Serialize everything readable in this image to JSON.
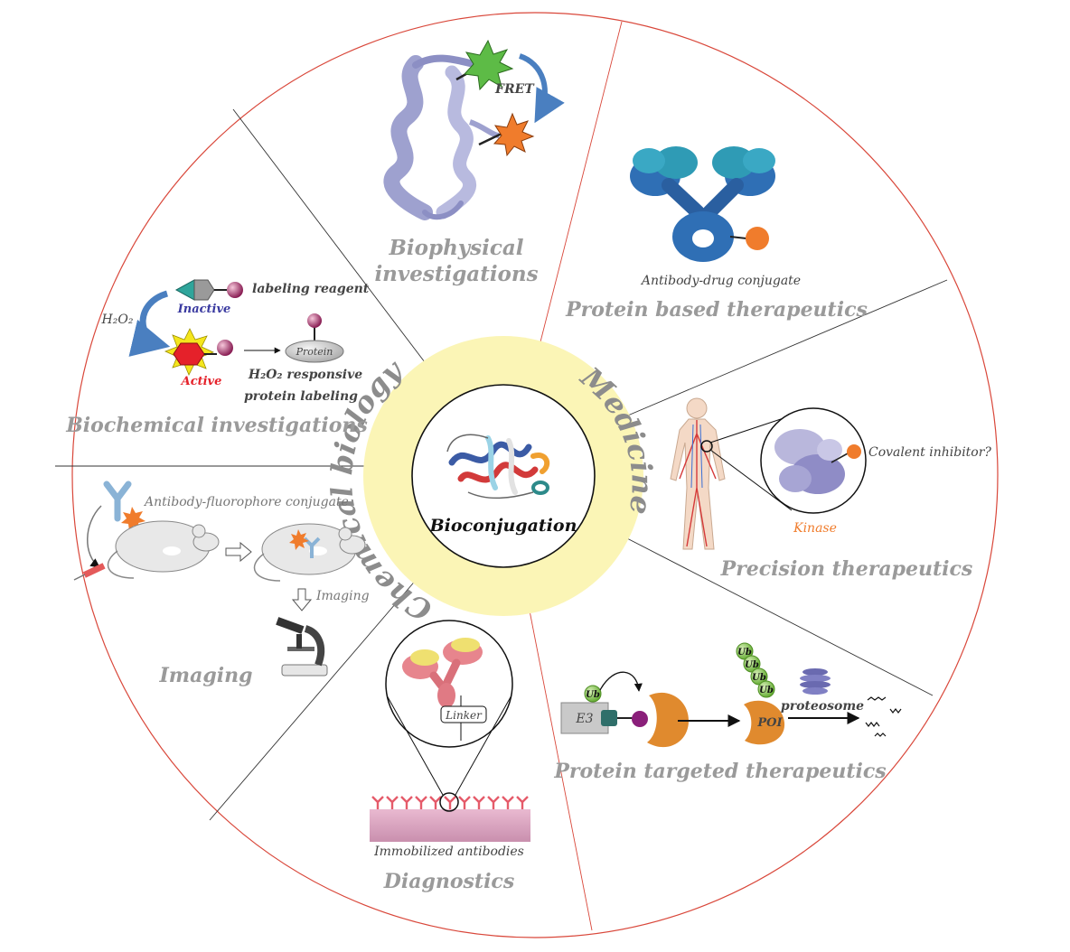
{
  "colors": {
    "outer_circle": "#d9473a",
    "divider_chem": "#333333",
    "divider_med": "#d9473a",
    "ring": "#fbf5b6",
    "sector_title": "#9a9a9a",
    "orange": "#f07c2c",
    "protein_lilac": "#aeb0dc",
    "antibody_blue": "#2f6fb5",
    "active_red": "#e5212a",
    "inactive_teal": "#2fa59b",
    "ub_green": "#7cc63e"
  },
  "center": {
    "label": "Bioconjugation"
  },
  "ring": {
    "left_label": "Chemical biology",
    "right_label": "Medicine"
  },
  "sectors": {
    "biophysical": {
      "title_line1": "Biophysical",
      "title_line2": "investigations",
      "fret_label": "FRET"
    },
    "protein_based": {
      "title": "Protein based therapeutics",
      "caption": "Antibody-drug conjugate"
    },
    "precision": {
      "title": "Precision therapeutics",
      "covalent_label": "Covalent inhibitor?",
      "kinase_label": "Kinase"
    },
    "protein_targeted": {
      "title": "Protein targeted therapeutics",
      "e3_label": "E3",
      "ub_label": "Ub",
      "poi_label": "POI",
      "proteosome_label": "proteosome"
    },
    "diagnostics": {
      "title": "Diagnostics",
      "linker_label": "Linker",
      "caption": "Immobilized antibodies"
    },
    "imaging": {
      "title": "Imaging",
      "conjugate_label": "Antibody-fluorophore conjugate",
      "imaging_label": "Imaging"
    },
    "biochemical": {
      "title": "Biochemical investigations",
      "reagent_label": "labeling reagent",
      "inactive_label": "Inactive",
      "active_label": "Active",
      "h2o2_label": "H₂O₂",
      "protein_label": "Protein",
      "responsive_line1": "H₂O₂ responsive",
      "responsive_line2": "protein labeling"
    }
  },
  "icons": [
    "protein-ribbon-icon",
    "fret-star-icon",
    "antibody-icon",
    "human-body-icon",
    "kinase-icon",
    "ubiquitin-icon",
    "proteasome-icon",
    "mouse-icon",
    "syringe-icon",
    "microscope-icon",
    "arrow-icon"
  ]
}
